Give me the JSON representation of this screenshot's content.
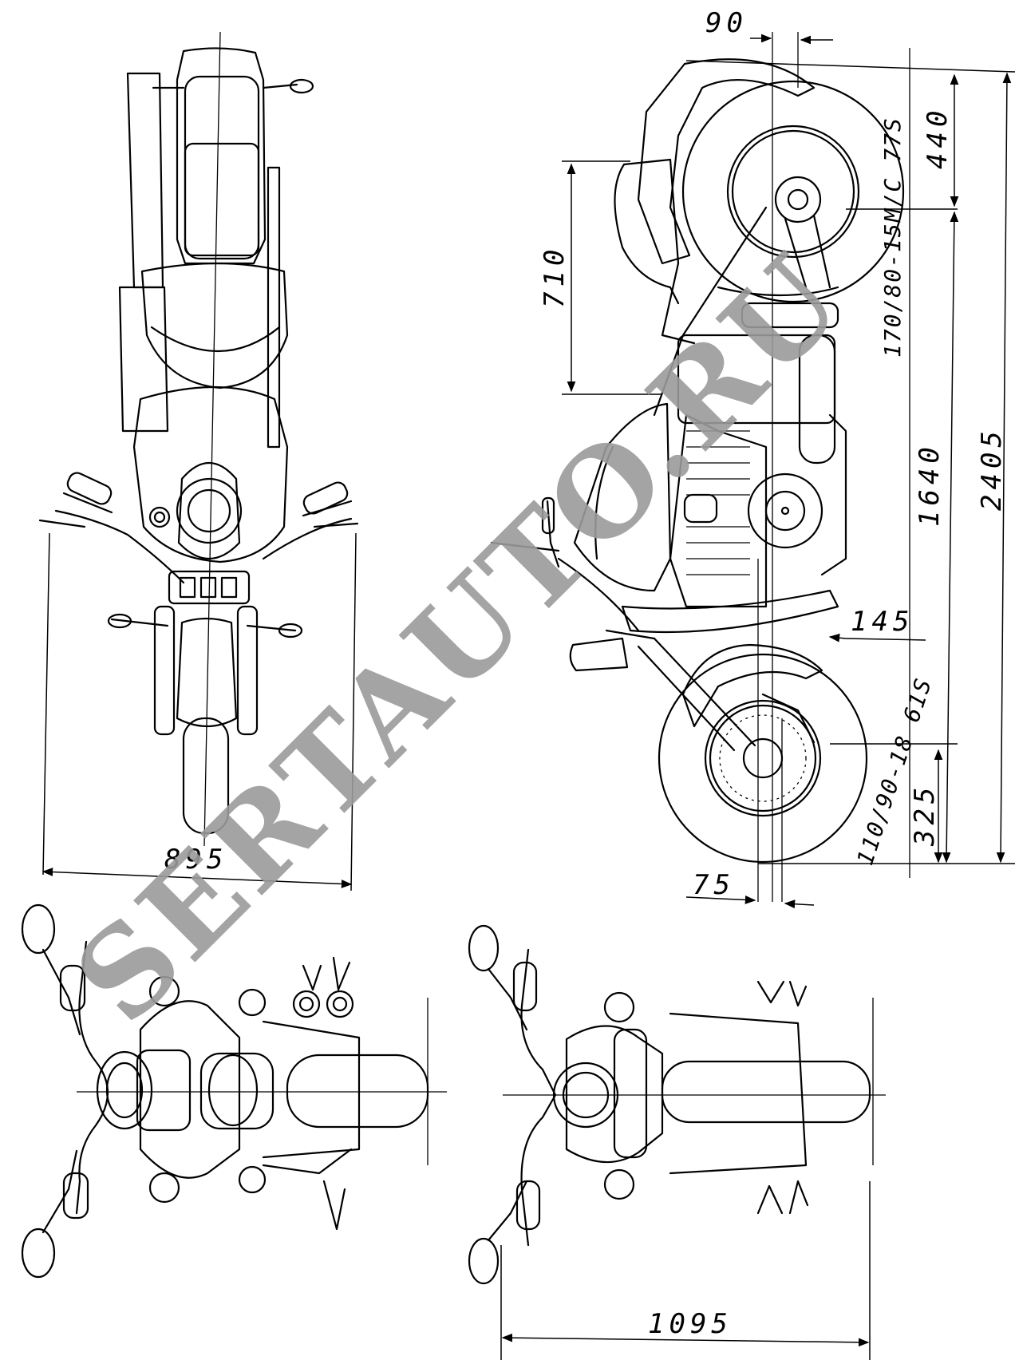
{
  "watermark": "SERTAUTO.RU",
  "dimensions": {
    "d90": "90",
    "d440": "440",
    "d710": "710",
    "d1640": "1640",
    "d2405": "2405",
    "d145": "145",
    "d325": "325",
    "d75": "75",
    "d895": "895",
    "d1095": "1095"
  },
  "tyres": {
    "rear": "170/80-15M/C 77S",
    "front": "110/90-18 61S"
  },
  "colors": {
    "ink": "#000000",
    "paper": "#ffffff",
    "watermark": "#9a9a9a"
  }
}
